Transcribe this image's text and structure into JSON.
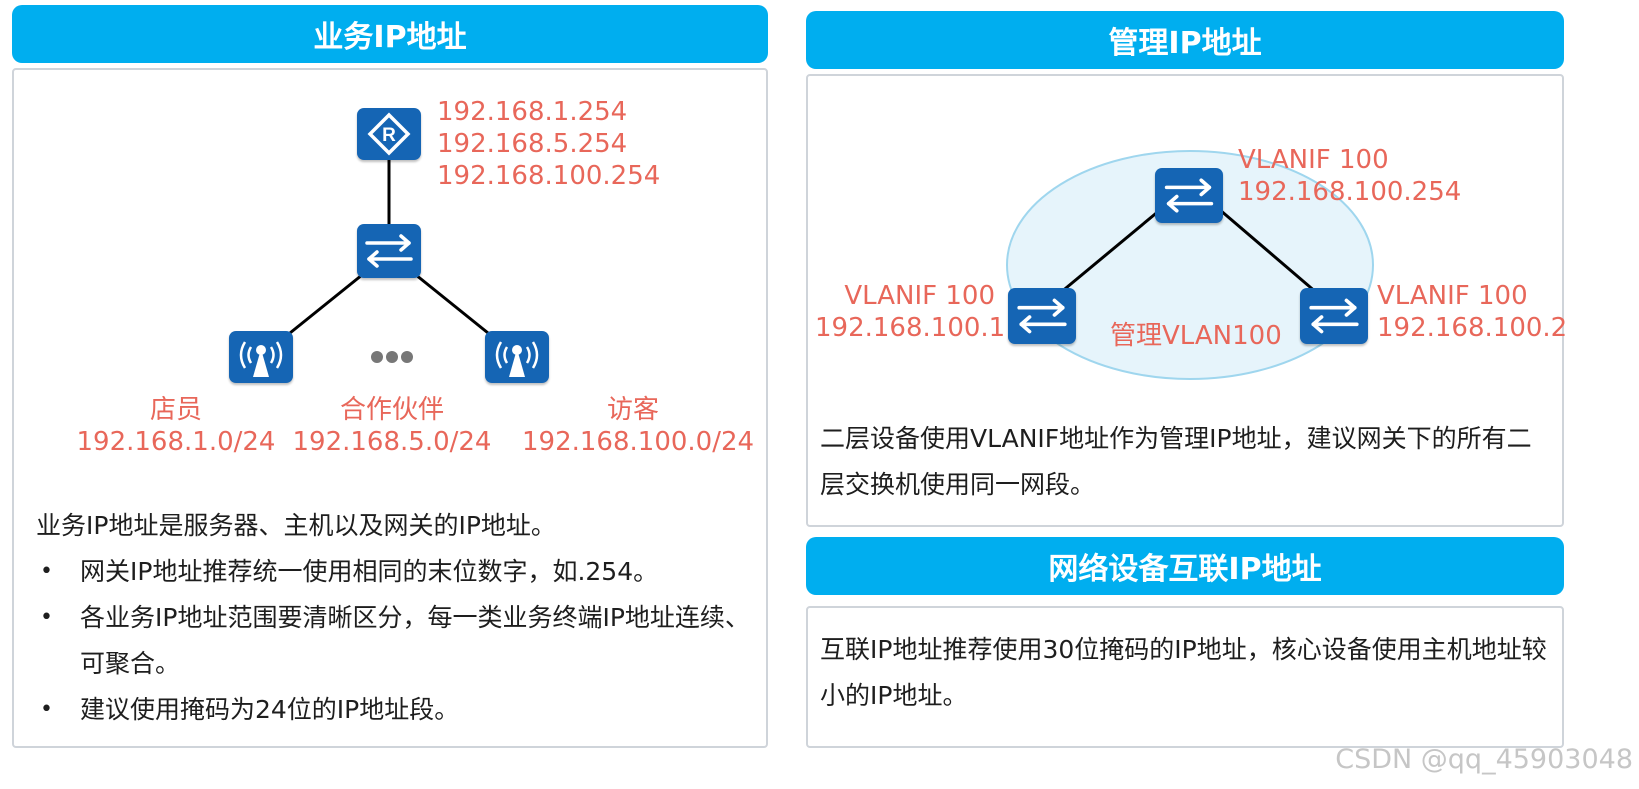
{
  "left": {
    "header": "业务IP地址",
    "router_ips": [
      "192.168.1.254",
      "192.168.5.254",
      "192.168.100.254"
    ],
    "groups": [
      {
        "name": "店员",
        "subnet": "192.168.1.0/24"
      },
      {
        "name": "合作伙伴",
        "subnet": "192.168.5.0/24"
      },
      {
        "name": "访客",
        "subnet": "192.168.100.0/24"
      }
    ],
    "intro": "业务IP地址是服务器、主机以及网关的IP地址。",
    "bullets": [
      "网关IP地址推荐统一使用相同的末位数字，如.254。",
      "各业务IP地址范围要清晰区分，每一类业务终端IP地址连续、可聚合。",
      "建议使用掩码为24位的IP地址段。"
    ]
  },
  "right_top": {
    "header": "管理IP地址",
    "top_switch": {
      "vlanif": "VLANIF 100",
      "ip": "192.168.100.254"
    },
    "left_switch": {
      "vlanif": "VLANIF 100",
      "ip": "192.168.100.1"
    },
    "right_switch": {
      "vlanif": "VLANIF 100",
      "ip": "192.168.100.2"
    },
    "vlan_label": "管理VLAN100",
    "description": "二层设备使用VLANIF地址作为管理IP地址，建议网关下的所有二层交换机使用同一网段。"
  },
  "right_bottom": {
    "header": "网络设备互联IP地址",
    "description": "互联IP地址推荐使用30位掩码的IP地址，核心设备使用主机地址较小的IP地址。"
  },
  "watermark": "CSDN @qq_45903048",
  "colors": {
    "header_bg": "#00aeef",
    "device_blue": "#1565b4",
    "label_red": "#e8675a",
    "vlan_ellipse": "#e6f4fb"
  }
}
